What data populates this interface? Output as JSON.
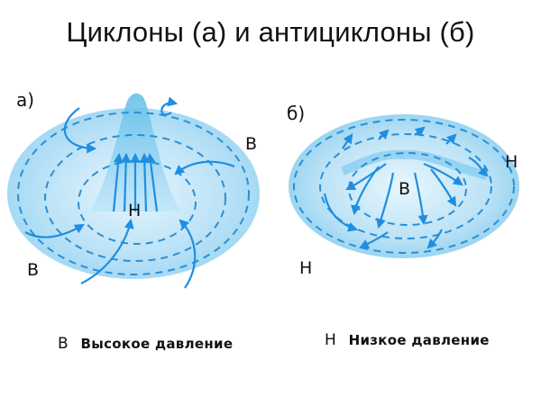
{
  "title": "Циклоны (а) и антициклоны (б)",
  "panels": [
    {
      "id": "a",
      "label": "а)",
      "center_label": "Н",
      "outer_labels": [
        "В",
        "В"
      ]
    },
    {
      "id": "b",
      "label": "б)",
      "center_label": "В",
      "outer_labels": [
        "Н",
        "Н"
      ]
    }
  ],
  "legend": [
    {
      "symbol": "В",
      "text": "Высокое  давление"
    },
    {
      "symbol": "Н",
      "text": "Низкое  давление"
    }
  ],
  "colors": {
    "fill_light": "#cdeaf8",
    "fill_mid": "#8fd0f0",
    "line": "#2a8fd6",
    "arrow": "#1f8ee0"
  }
}
